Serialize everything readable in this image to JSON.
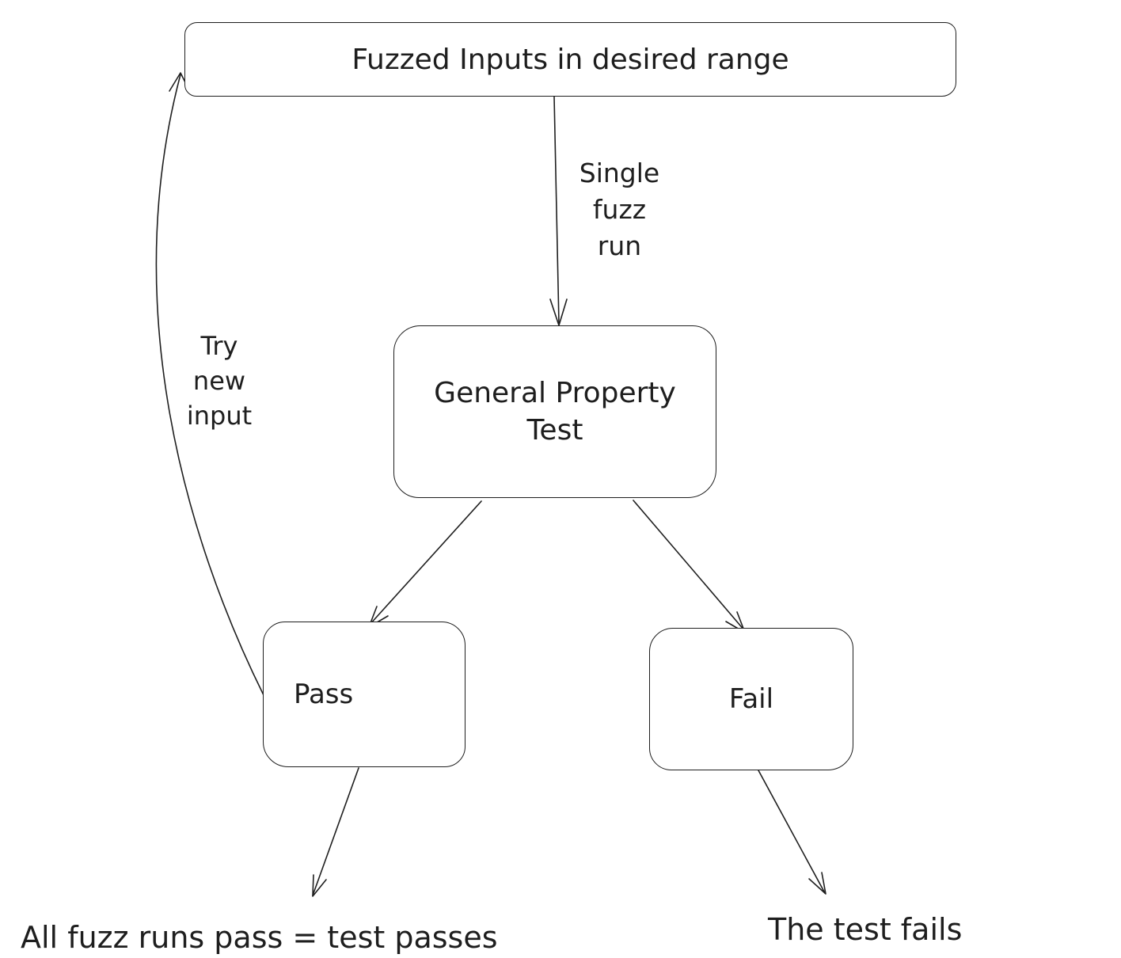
{
  "diagram": {
    "background_color": "#ffffff",
    "stroke_color": "#1e1e1e",
    "nodes": {
      "fuzzed_inputs": {
        "label": "Fuzzed Inputs in desired range"
      },
      "general_property_test": {
        "label": "General Property Test"
      },
      "pass": {
        "label": "Pass"
      },
      "fail": {
        "label": "Fail"
      }
    },
    "edge_labels": {
      "single_fuzz_run": "Single\nfuzz\nrun",
      "try_new_input": "Try\nnew\ninput"
    },
    "outcomes": {
      "pass_outcome": "All fuzz runs pass = test passes",
      "fail_outcome": "The test fails"
    }
  }
}
